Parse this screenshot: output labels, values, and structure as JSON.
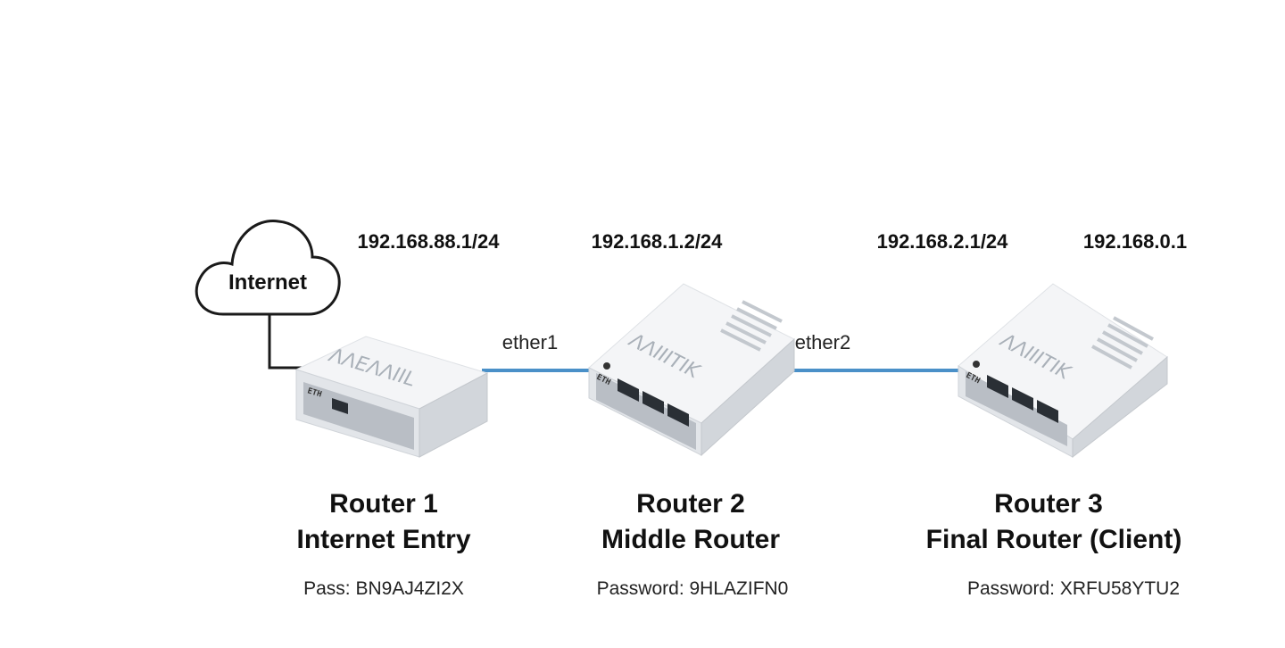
{
  "diagram": {
    "internet": {
      "label": "Internet"
    },
    "links": {
      "port1": "ether1",
      "port2": "ether2"
    },
    "ips": {
      "router1": "192.168.88.1/24",
      "router2": "192.168.1.2/24",
      "router3_a": "192.168.2.1/24",
      "router3_b": "192.168.0.1"
    },
    "routers": [
      {
        "title": "Router 1",
        "subtitle": "Internet Entry",
        "password": "Pass: BN9AJ4ZI2X"
      },
      {
        "title": "Router 2",
        "subtitle": "Middle Router",
        "password": "Password: 9HLAZIFN0"
      },
      {
        "title": "Router 3",
        "subtitle": "Final Router (Client)",
        "password": "Password: XRFU58YTU2"
      }
    ]
  }
}
